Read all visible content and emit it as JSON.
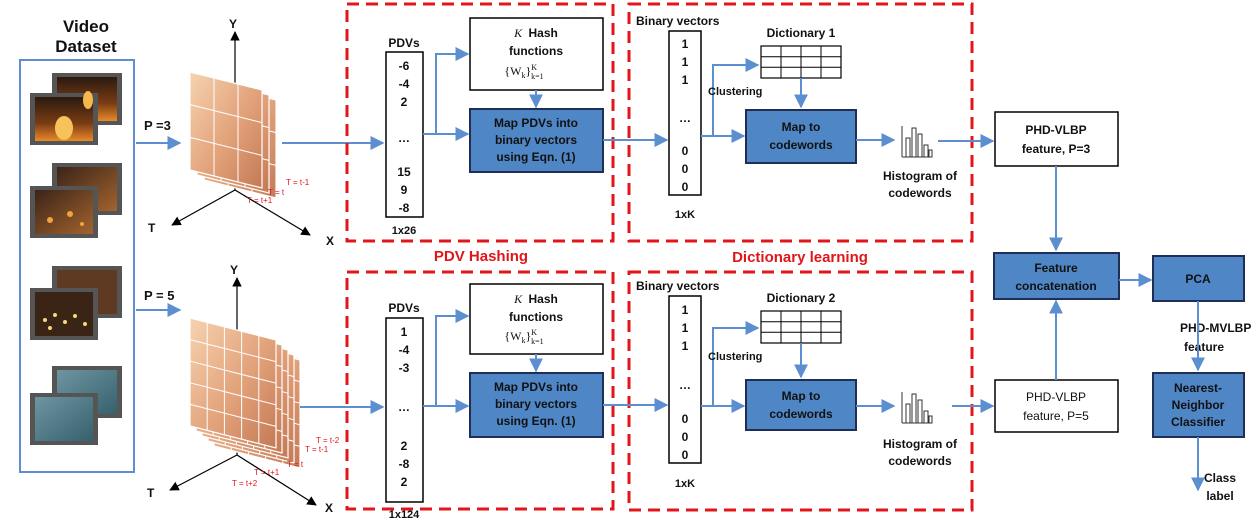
{
  "dataset": {
    "title_line1": "Video",
    "title_line2": "Dataset"
  },
  "axes": {
    "y": "Y",
    "t": "T",
    "x": "X"
  },
  "branches": [
    {
      "p_label": "P =3",
      "time_labels": [
        "T = t-1",
        "T = t",
        "T = t+1"
      ],
      "pdv": {
        "title": "PDVs",
        "values": [
          "-6",
          "-4",
          "2",
          "…",
          "15",
          "9",
          "-8"
        ],
        "size": "1x26"
      },
      "hash": {
        "line1": "Hash",
        "line2": "functions",
        "k": "K",
        "formula": "{W",
        "formula_sub": "k",
        "formula_end": "}",
        "formula_sup": "K",
        "formula_lim": "k=1"
      },
      "map": {
        "line1": "Map PDVs into",
        "line2": "binary vectors",
        "line3": "using Eqn. (1)"
      },
      "binary": {
        "title": "Binary vectors",
        "values": [
          "1",
          "1",
          "1",
          "…",
          "0",
          "0",
          "0"
        ],
        "size": "1xK"
      },
      "dictionary": "Dictionary 1",
      "clustering": "Clustering",
      "codewords": {
        "line1": "Map to",
        "line2": "codewords"
      },
      "histogram": {
        "line1": "Histogram of",
        "line2": "codewords"
      },
      "feature": {
        "line1": "PHD-VLBP",
        "line2": "feature, P=3"
      }
    },
    {
      "p_label": "P = 5",
      "time_labels": [
        "T = t-2",
        "T = t-1",
        "T = t",
        "T = t+1",
        "T = t+2"
      ],
      "pdv": {
        "title": "PDVs",
        "values": [
          "1",
          "-4",
          "-3",
          "…",
          "2",
          "-8",
          "2"
        ],
        "size": "1x124"
      },
      "hash": {
        "line1": "Hash",
        "line2": "functions",
        "k": "K",
        "formula": "{W",
        "formula_sub": "k",
        "formula_end": "}",
        "formula_sup": "K",
        "formula_lim": "k=1"
      },
      "map": {
        "line1": "Map PDVs into",
        "line2": "binary vectors",
        "line3": "using Eqn. (1)"
      },
      "binary": {
        "title": "Binary vectors",
        "values": [
          "1",
          "1",
          "1",
          "…",
          "0",
          "0",
          "0"
        ],
        "size": "1xK"
      },
      "dictionary": "Dictionary 2",
      "clustering": "Clustering",
      "codewords": {
        "line1": "Map to",
        "line2": "codewords"
      },
      "histogram": {
        "line1": "Histogram of",
        "line2": "codewords"
      },
      "feature": {
        "line1": "PHD-VLBP",
        "line2": "feature, P=5"
      }
    }
  ],
  "stage_labels": {
    "pdv_hashing": "PDV Hashing",
    "dictionary_learning": "Dictionary learning"
  },
  "concat": {
    "line1": "Feature",
    "line2": "concatenation"
  },
  "pca": "PCA",
  "mvlbp": {
    "line1": "PHD-MVLBP",
    "line2": "feature"
  },
  "classifier": {
    "line1": "Nearest-",
    "line2": "Neighbor",
    "line3": "Classifier"
  },
  "output": {
    "line1": "Class",
    "line2": "label"
  },
  "colors": {
    "accent": "#4f86c6",
    "box_fill": "#4f86c6",
    "box_stroke": "#1f2d57",
    "dashed": "#e0161b",
    "arrow": "#5b8fd0"
  }
}
